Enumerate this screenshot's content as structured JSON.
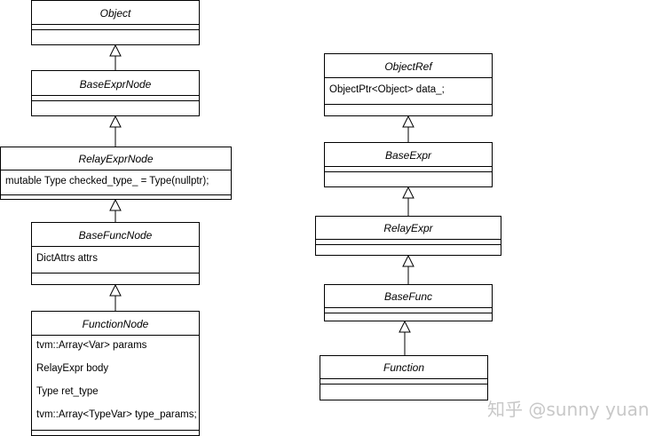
{
  "left_hierarchy": {
    "object": {
      "name": "Object"
    },
    "base_expr_node": {
      "name": "BaseExprNode"
    },
    "relay_expr_node": {
      "name": "RelayExprNode",
      "attrs": [
        "mutable Type checked_type_ = Type(nullptr);"
      ]
    },
    "base_func_node": {
      "name": "BaseFuncNode",
      "attrs": [
        "DictAttrs attrs"
      ]
    },
    "function_node": {
      "name": "FunctionNode",
      "attrs": [
        "tvm::Array<Var> params",
        "RelayExpr body",
        "Type ret_type",
        "tvm::Array<TypeVar> type_params;"
      ]
    }
  },
  "right_hierarchy": {
    "object_ref": {
      "name": "ObjectRef",
      "attrs": [
        "ObjectPtr<Object> data_;"
      ]
    },
    "base_expr": {
      "name": "BaseExpr"
    },
    "relay_expr": {
      "name": "RelayExpr"
    },
    "base_func": {
      "name": "BaseFunc"
    },
    "function": {
      "name": "Function"
    }
  },
  "watermark": "知乎 @sunny yuan"
}
